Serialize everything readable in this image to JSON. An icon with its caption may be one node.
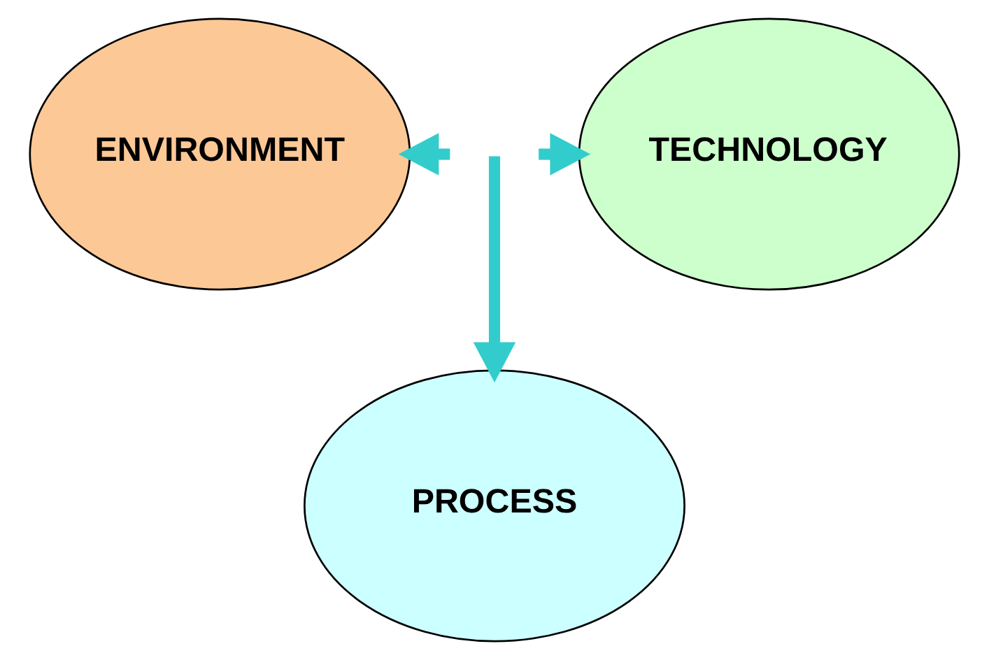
{
  "diagram": {
    "nodes": [
      {
        "text": [
          "ENVIRONMENT"
        ]
      },
      {
        "text": [
          "TECHNOLOGY"
        ]
      },
      {
        "text": [
          "PROCESS"
        ]
      }
    ],
    "edges": [
      {
        "from": null,
        "to": 0,
        "arrow": "to",
        "color": "#33cccc"
      },
      {
        "from": null,
        "to": 1,
        "arrow": "to",
        "color": "#33cccc"
      },
      {
        "from": null,
        "to": 2,
        "arrow": "to",
        "color": "#33cccc"
      }
    ]
  }
}
